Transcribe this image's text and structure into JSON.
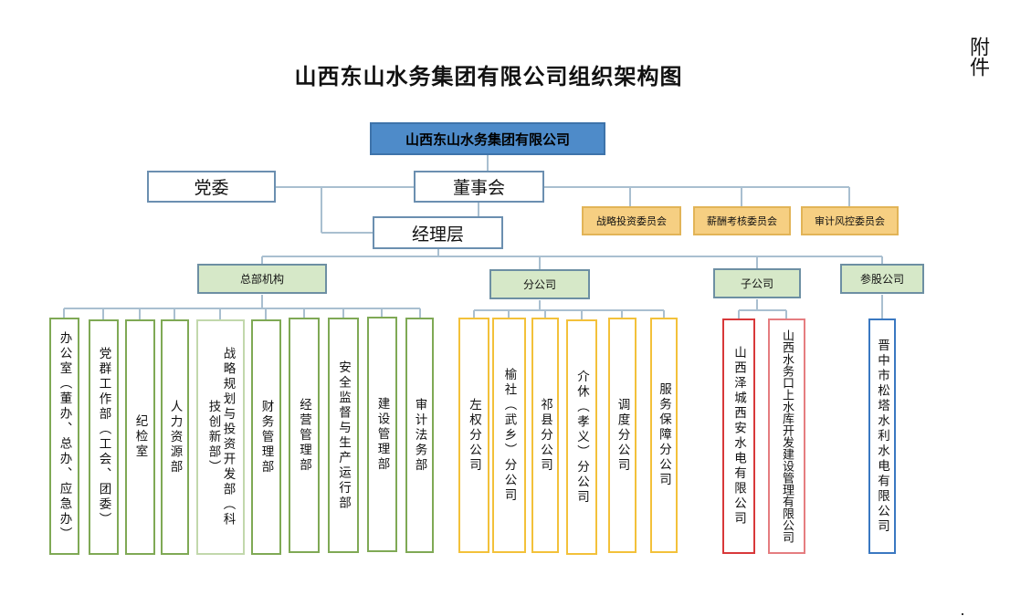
{
  "title": "山西东山水务集团有限公司组织架构图",
  "attachment_label": "附件",
  "root": "山西东山水务集团有限公司",
  "party_committee": "党委",
  "board": "董事会",
  "management": "经理层",
  "committees": [
    "战略投资委员会",
    "薪酬考核委员会",
    "审计风控委员会"
  ],
  "groups": {
    "hq": "总部机构",
    "branches": "分公司",
    "subsidiaries": "子公司",
    "equity": "参股公司"
  },
  "hq_depts": [
    "办公室（董办、总办、应急办）",
    "党群工作部（工会、团委）",
    "纪检室",
    "人力资源部",
    "战略规划与投资开发部（科技创新部）",
    "财务管理部",
    "经营管理部",
    "安全监督与生产运行部",
    "建设管理部",
    "审计法务部"
  ],
  "branch_list": [
    "左权分公司",
    "榆社（武乡）分公司",
    "祁县分公司",
    "介休（孝义）分公司",
    "调度分公司",
    "服务保障分公司"
  ],
  "subsidiary_list": [
    "山西泽城西安水电有限公司",
    "山西水务口上水库开发建设管理有限公司"
  ],
  "equity_list": [
    "晋中市松塔水利水电有限公司"
  ]
}
